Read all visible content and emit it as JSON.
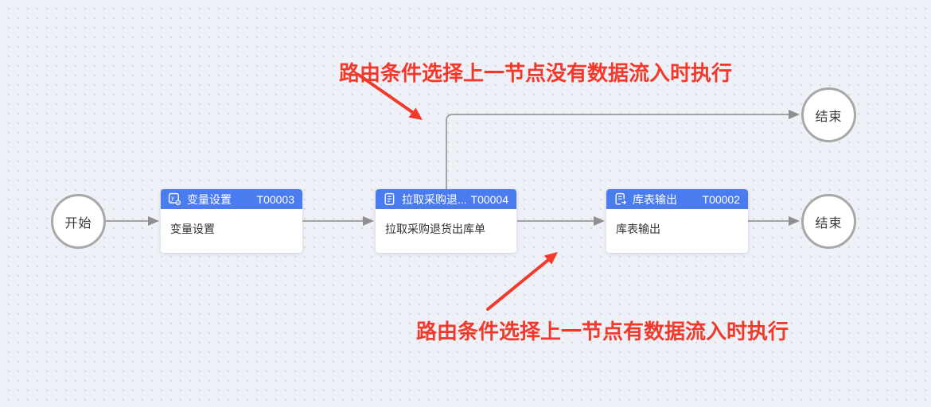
{
  "canvas": {
    "background": "#eef1f8",
    "dot_color": "#dcd7ce"
  },
  "colors": {
    "node_header_blue": "#4a7cf0",
    "connector_gray": "#999999",
    "circle_border_gray": "#a8a8a8",
    "annotation_red": "#f4392b",
    "card_background": "#ffffff",
    "body_text": "#333333"
  },
  "start_node": {
    "label": "开始"
  },
  "end_nodes": [
    {
      "label": "结束"
    },
    {
      "label": "结束"
    }
  ],
  "task_nodes": [
    {
      "icon": "variable-settings-icon",
      "title": "变量设置",
      "code": "T00003",
      "body": "变量设置"
    },
    {
      "icon": "pull-data-icon",
      "title": "拉取采购退...",
      "code": "T00004",
      "body": "拉取采购退货出库单"
    },
    {
      "icon": "table-output-icon",
      "title": "库表输出",
      "code": "T00002",
      "body": "库表输出"
    }
  ],
  "annotations": {
    "top": {
      "text": "路由条件选择上一节点没有数据流入时执行"
    },
    "bottom": {
      "text": "路由条件选择上一节点有数据流入时执行"
    }
  }
}
